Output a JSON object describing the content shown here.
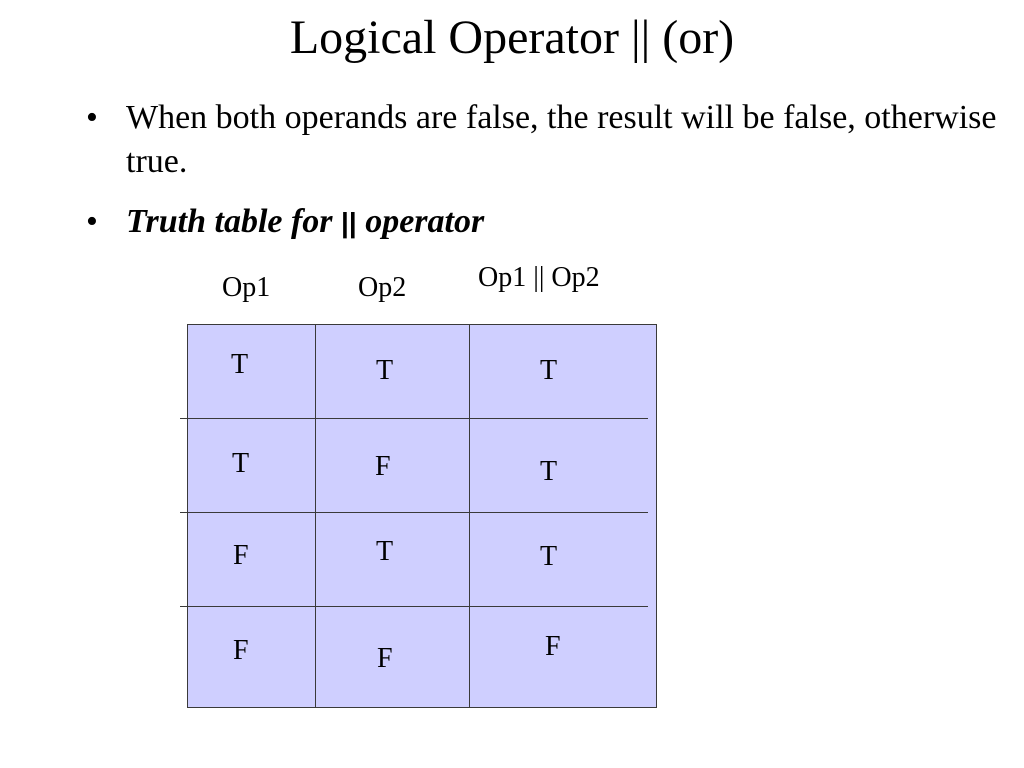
{
  "slide": {
    "title": "Logical Operator || (or)",
    "bullets": [
      {
        "marker": "•",
        "text": "When both operands are false, the result will be false, otherwise true."
      },
      {
        "marker": "•",
        "text_before": "Truth table for ",
        "operator": "||",
        "text_after": " operator"
      }
    ],
    "truth_table": {
      "headers": [
        "Op1",
        "Op2",
        "Op1 || Op2"
      ],
      "rows": [
        [
          "T",
          "T",
          "T"
        ],
        [
          "T",
          "F",
          "T"
        ],
        [
          "F",
          "T",
          "T"
        ],
        [
          "F",
          "F",
          "F"
        ]
      ],
      "fill_color": "#cfcfff",
      "border_color": "#3a3a3a"
    }
  }
}
